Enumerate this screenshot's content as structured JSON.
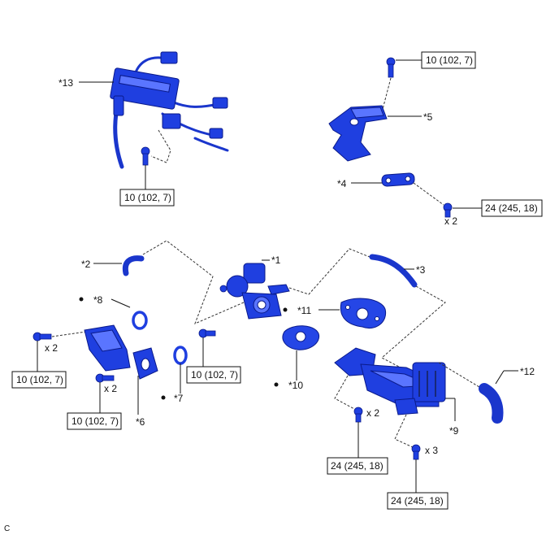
{
  "diagram": {
    "callouts": {
      "c13": "*13",
      "c5": "*5",
      "c4": "*4",
      "c2": "*2",
      "c1": "*1",
      "c3": "*3",
      "c8": "*8",
      "c11": "*11",
      "c10": "*10",
      "c7": "*7",
      "c6": "*6",
      "c12": "*12",
      "c9": "*9"
    },
    "torque": {
      "t13": "10 (102, 7)",
      "t5": "10 (102, 7)",
      "t4": "24 (245, 18)",
      "tleft1": "10 (102, 7)",
      "tleft2": "10 (102, 7)",
      "tcenter": "10 (102, 7)",
      "tcooler1": "24 (245, 18)",
      "tcooler2": "24 (245, 18)"
    },
    "quantities": {
      "q4": "x 2",
      "qleft1": "x 2",
      "qleft2": "x 2",
      "qcooler1": "x 2",
      "qcooler2": "x 3"
    },
    "corner_code": "C"
  },
  "colors": {
    "part_blue": "#1f3fe0",
    "outline": "#0a1a8a"
  }
}
